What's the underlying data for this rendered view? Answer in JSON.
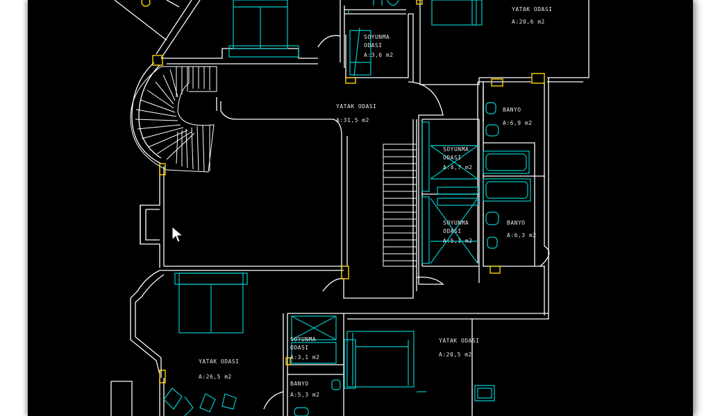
{
  "drawing": {
    "background": "#000000",
    "wall_color": "#ffffff",
    "furniture_color": "#00cccc",
    "door_marker_color": "#ffd700"
  },
  "rooms": [
    {
      "id": "yatak-top-right",
      "name": "YATAK ODASI",
      "area": "A:20,6 m2"
    },
    {
      "id": "soyunma-top",
      "name": "SOYUNMA",
      "name2": "ODASI",
      "area": "A:3,6 m2"
    },
    {
      "id": "yatak-hall",
      "name": "YATAK ODASI",
      "area": "A:31,5 m2"
    },
    {
      "id": "banyo-upper",
      "name": "BANYO",
      "area": "A:6,9 m2"
    },
    {
      "id": "soyunma-mid-1",
      "name": "SOYUNMA",
      "name2": "ODASI",
      "area": "A:4,7 m2"
    },
    {
      "id": "soyunma-mid-2",
      "name": "SOYUNMA",
      "name2": "ODASI",
      "area": "A:5,1 m2"
    },
    {
      "id": "banyo-mid",
      "name": "BANYO",
      "area": "A:6,3 m2"
    },
    {
      "id": "yatak-bottom-right",
      "name": "YATAK ODASI",
      "area": "A:20,5 m2"
    },
    {
      "id": "yatak-bottom-left",
      "name": "YATAK ODASI",
      "area": "A:26,5 m2"
    },
    {
      "id": "soyunma-bottom",
      "name": "SOYUNMA",
      "name2": "ODASI",
      "area": "A:3,1 m2"
    },
    {
      "id": "banyo-bottom",
      "name": "BANYO",
      "area": "A:5,3 m2"
    }
  ]
}
